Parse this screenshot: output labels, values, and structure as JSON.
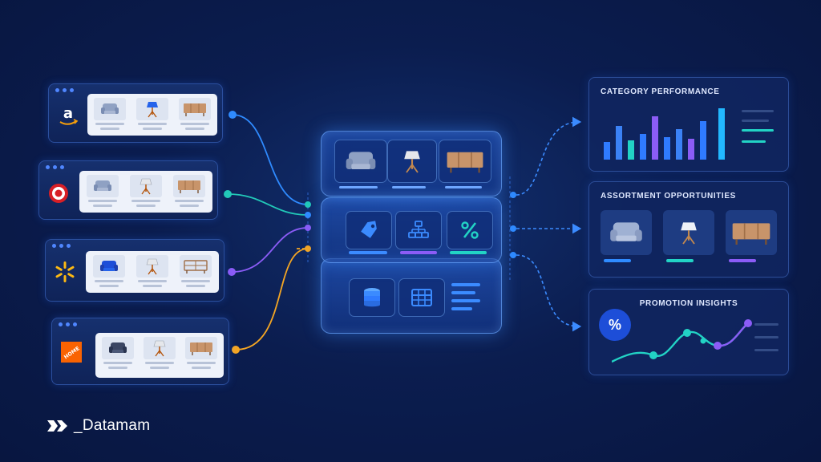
{
  "retailers": [
    {
      "name": "Amazon",
      "logo_text": "a",
      "icon": "amazon-logo-icon",
      "color": "#ffffff",
      "accent": "#f59e0b"
    },
    {
      "name": "Target",
      "logo_text": "",
      "icon": "target-logo-icon",
      "color": "#d71f26"
    },
    {
      "name": "Walmart",
      "logo_text": "",
      "icon": "walmart-spark-icon",
      "color": "#fcb913"
    },
    {
      "name": "The Home Depot",
      "logo_text": "HOME",
      "icon": "home-depot-logo-icon",
      "color": "#f96302"
    }
  ],
  "product_icons": [
    "armchair-icon",
    "floor-lamp-icon",
    "sideboard-icon"
  ],
  "center_layers": {
    "top": [
      "armchair-icon",
      "floor-lamp-icon",
      "sideboard-icon"
    ],
    "middle": [
      "price-tag-icon",
      "category-tree-icon",
      "percent-icon"
    ],
    "bottom": [
      "database-icon",
      "table-grid-icon",
      "list-icon"
    ]
  },
  "panels": {
    "category_performance": {
      "title": "CATEGORY PERFORMANCE"
    },
    "assortment_opportunities": {
      "title": "ASSORTMENT OPPORTUNITIES"
    },
    "promotion_insights": {
      "title": "PROMOTION INSIGHTS",
      "badge": "%"
    }
  },
  "brand": {
    "name": "_Datamam"
  },
  "colors": {
    "background": "#0b1d4f",
    "blue": "#2f7bff",
    "cyan": "#22d3c5",
    "purple": "#8b5cf6",
    "orange": "#f5a623"
  }
}
